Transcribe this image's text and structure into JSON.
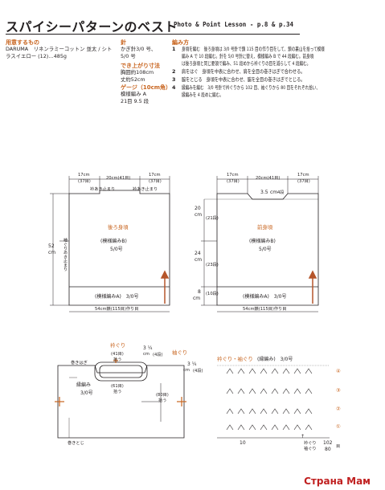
{
  "header": {
    "title": "スパイシーパターンのベスト",
    "subtitle": "Photo & Point Lesson - p.8 & p.34"
  },
  "materials": {
    "heading": "用意するもの",
    "lines": [
      "DARUMA　リネンラミーコットン 並太 / シト",
      "ラスイエロー (12)…485g"
    ]
  },
  "needle": {
    "heading": "針",
    "lines": [
      "かぎ針3/0 号、",
      "5/0 号"
    ]
  },
  "size": {
    "heading": "でき上がり寸法",
    "lines": [
      "胸囲約108cm",
      "丈約52cm"
    ]
  },
  "gauge": {
    "heading": "ゲージ（10cm角）",
    "lines": [
      "模様編み A",
      "21目 9.5 段"
    ]
  },
  "method": {
    "heading": "編み方",
    "steps": [
      {
        "num": "1",
        "lines": [
          "身頃を編む　後ろ身頃は 3/0 号針で鎖 115 目の作り目をして、鎖の裏山を拾って模様",
          "編み A で 10 段編む。針を 5/0 号針に替え、模様編み B で 44 段編む。前身頃",
          "は後ろ身頃と同じ要領で編み、51 段めから衿ぐりの目を減らして 4 段編む。"
        ]
      },
      {
        "num": "2",
        "lines": [
          "肩をはぐ　身頃を中表に合わせ、肩を全目の巻きはぎで合わせる。"
        ]
      },
      {
        "num": "3",
        "lines": [
          "脇をとじる　身頃を中表に合わせ、脇を全目の巻きはぎでとじる。"
        ]
      },
      {
        "num": "4",
        "lines": [
          "縁編みを編む　3/0 号針で衿ぐりから 102 目、袖ぐりから 80 目をそれぞれ拾い、",
          "縁編みを 4 段めに編む。"
        ]
      }
    ]
  },
  "back_panel": {
    "title": "後ろ身頃",
    "pattern": "(模様編みB)",
    "needle": "5/0号",
    "band": "(模様編みA)　3/0号",
    "bottom": "54cm鎖(115目)作り目",
    "dim_17l": "17cm",
    "dim_17l_st": "(37目)",
    "dim_20": "20cm(41目)",
    "dim_17r": "17cm",
    "dim_17r_st": "(37目)",
    "tag_l": "衿あき止まり",
    "tag_r": "衿あき止まり",
    "side_h": "52",
    "side_u": "cm",
    "armhole_mark": "袖ぐりあき止まり"
  },
  "front_panel": {
    "title": "前身頃",
    "pattern": "(模様編みB)",
    "needle": "5/0号",
    "band": "(模様編みA)　3/0号",
    "bottom": "54cm鎖(115目)作り目",
    "dim_17l": "17cm",
    "dim_17l_st": "(37目)",
    "dim_20": "20cm(41目)",
    "dim_17r": "17cm",
    "dim_17r_st": "(37目)",
    "neck_d": "3.5",
    "neck_u": "cm",
    "neck_rows": "4段",
    "h1": "20",
    "h1u": "cm",
    "h1r": "(21段)",
    "h2": "24",
    "h2u": "cm",
    "h2r": "(23段)",
    "h3": "8",
    "h3u": "cm",
    "h3r": "(10段)"
  },
  "assembly": {
    "neck_label": "衿ぐり",
    "arm_label": "袖ぐり",
    "shoulder": "巻きはぎ",
    "side": "巻きとじ",
    "edging": "縁編み",
    "edging_needle": "3/0号",
    "top_pick": "(41目)",
    "top_pick2": "拾う",
    "bot_pick": "(61目)",
    "bot_pick2": "拾う",
    "arm_pick": "(80目)",
    "arm_pick2": "拾う",
    "band_w": "3 ¼",
    "band_u": "cm",
    "band_r": "(4段)",
    "band_w2": "3 ¼",
    "band_u2": "cm",
    "band_r2": "(4段)"
  },
  "chart": {
    "title": "衿ぐり・袖ぐり",
    "pattern": "(縁編み)　3/0号",
    "rows": [
      "④",
      "③",
      "②",
      "①"
    ],
    "foot_left": "10",
    "foot_mid": "衿ぐり",
    "foot_mid2": "袖ぐり",
    "foot_r1": "102",
    "foot_r2": "80",
    "foot_r3": "目",
    "foot_arrow": "↑"
  },
  "watermark": "Страна Мам",
  "colors": {
    "accent": "#c8641e",
    "ink": "#231f20",
    "arrow": "#b5552a"
  }
}
